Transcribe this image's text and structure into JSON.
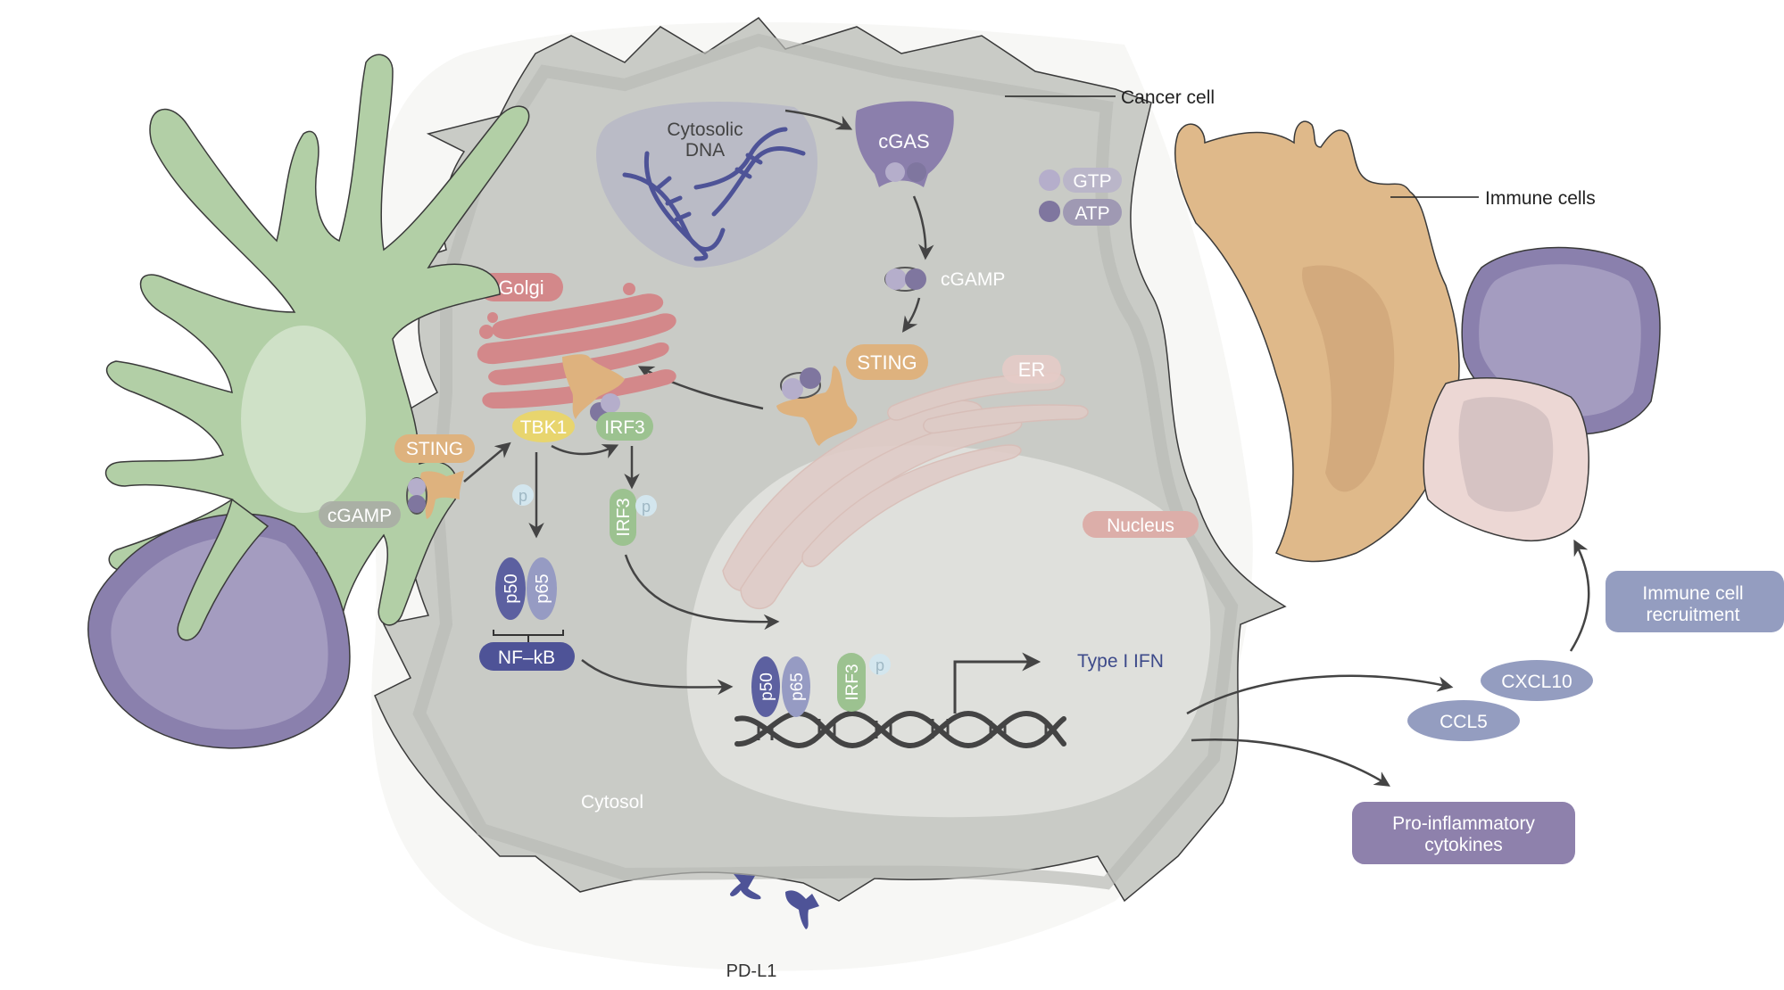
{
  "figure": {
    "labels": {
      "cancer_cell": "Cancer cell",
      "immune_cells": "Immune cells",
      "cytosolic_dna_line1": "Cytosolic",
      "cytosolic_dna_line2": "DNA",
      "cgas": "cGAS",
      "gtp": "GTP",
      "atp": "ATP",
      "cgamp": "cGAMP",
      "sting": "STING",
      "er": "ER",
      "golgi": "Golgi",
      "tbk1": "TBK1",
      "irf3": "IRF3",
      "phospho": "p",
      "p50": "p50",
      "p65": "p65",
      "nfkb": "NF–kB",
      "nucleus": "Nucleus",
      "type_i_ifn": "Type I IFN",
      "cytosol": "Cytosol",
      "pdl1": "PD-L1",
      "cxcl10": "CXCL10",
      "ccl5": "CCL5",
      "immune_recruitment_line1": "Immune cell",
      "immune_recruitment_line2": "recruitment",
      "pro_inflammatory_line1": "Pro-inflammatory",
      "pro_inflammatory_line2": "cytokines"
    },
    "colors": {
      "cancer_cell": "#c9cbc6",
      "cancer_cell_rim": "#b9bbb6",
      "nucleus": "#dfe0dc",
      "dendritic_cell": "#b2cfa6",
      "dendritic_cell_dark": "#9ebf90",
      "purple_cell": "#a49cc0",
      "purple_cell_rim": "#8a80ad",
      "macrophage": "#dfb98a",
      "pink_cell": "#ecd7d4",
      "golgi": "#d3888a",
      "er": "#e0ccc7",
      "sting": "#deb27e",
      "cgas": "#8b7fac",
      "tbk1": "#e8d56e",
      "irf3": "#9cc290",
      "p50": "#5c60a0",
      "p65": "#969bc3",
      "nfkb": "#4e5397",
      "phospho": "#d3e6ee",
      "gtp": "#b5aecb",
      "atp": "#7f769f",
      "dna": "#4e5397",
      "dna_nuclear": "#444444",
      "arrow": "#444444",
      "chemokine": "#949dc0",
      "recruitment_box": "#949dc0",
      "cytokine_box": "#8e81ac",
      "type_i_ifn_text": "#3d4a8a"
    }
  }
}
